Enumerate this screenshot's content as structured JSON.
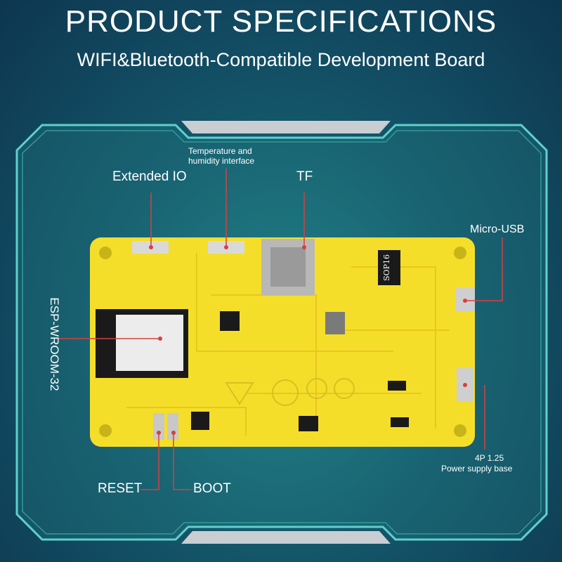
{
  "header": {
    "title": "PRODUCT SPECIFICATIONS",
    "subtitle": "WIFI&Bluetooth-Compatible Development Board"
  },
  "labels": {
    "extended_io": "Extended IO",
    "temp_humidity": "Temperature and humidity interface",
    "tf": "TF",
    "micro_usb": "Micro-USB",
    "esp": "ESP-WROOM-32",
    "reset": "RESET",
    "boot": "BOOT",
    "power_4p": "4P 1.25",
    "power_base": "Power supply base"
  },
  "board": {
    "chip_mark": "SOP16"
  },
  "colors": {
    "board": "#f5de2a",
    "frame": "#5fd0cc",
    "panel_bar": "#c9ced2",
    "pin_line": "#d64040"
  }
}
